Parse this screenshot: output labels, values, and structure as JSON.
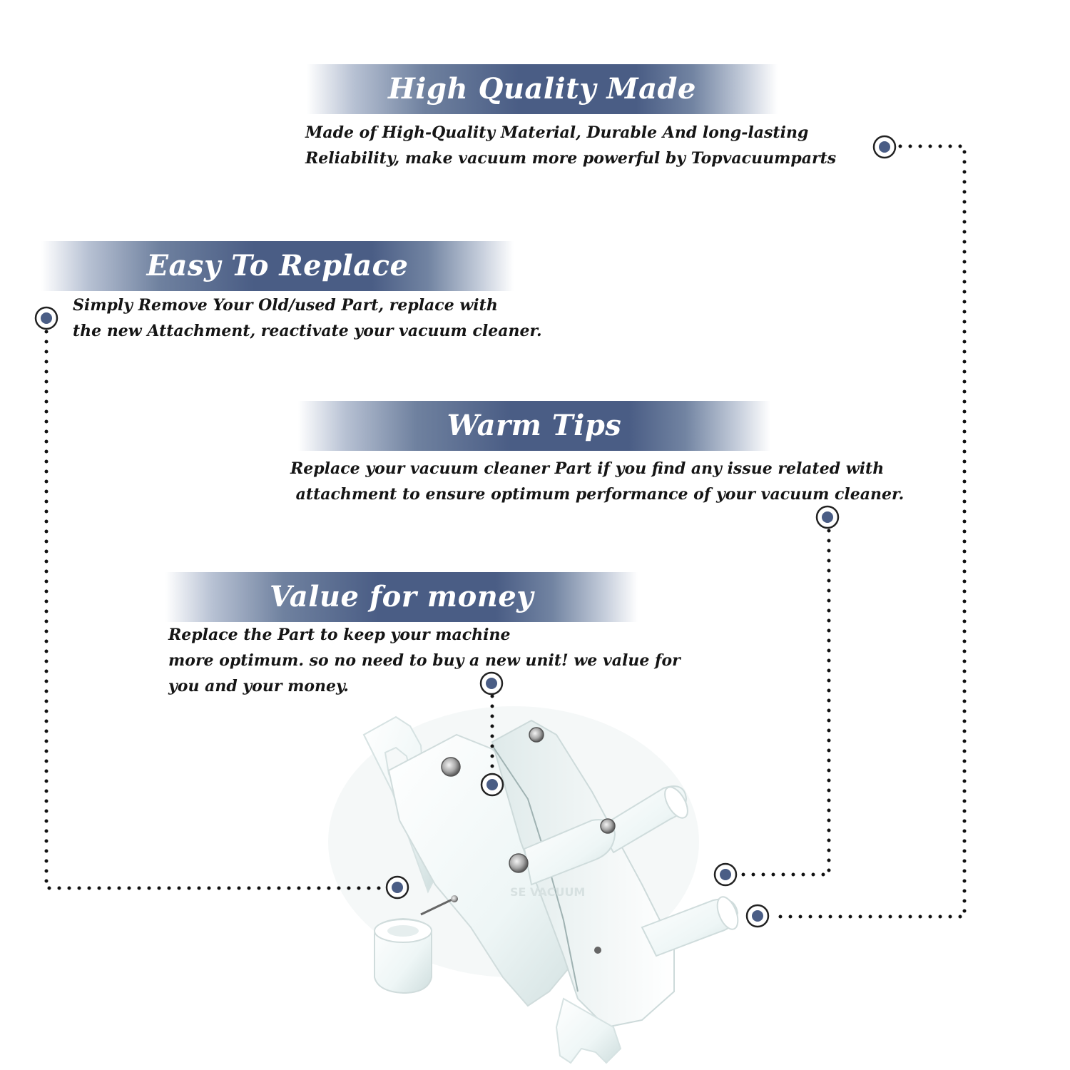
{
  "sections": [
    {
      "title": "High Quality Made",
      "lines": [
        "Made of  High-Quality Material, Durable And long-lasting",
        "Reliability, make vacuum more powerful by Topvacuumparts"
      ]
    },
    {
      "title": "Easy To Replace",
      "lines": [
        "Simply Remove Your Old/used Part, replace with",
        "the new Attachment, reactivate your vacuum cleaner."
      ]
    },
    {
      "title": "Warm Tips",
      "lines": [
        "Replace your vacuum cleaner Part if you find any issue related with",
        " attachment to ensure optimum performance of your vacuum cleaner."
      ]
    },
    {
      "title": "Value for money",
      "lines": [
        "Replace the Part to keep your machine",
        "more optimum. so no need to buy a new unit! we value for",
        "you and your money."
      ]
    }
  ],
  "colors": {
    "banner_dark": "#4a5d85",
    "marker_fill": "#4a5d85",
    "text": "#151515"
  },
  "product": {
    "watermark": "SE VACUUM"
  }
}
